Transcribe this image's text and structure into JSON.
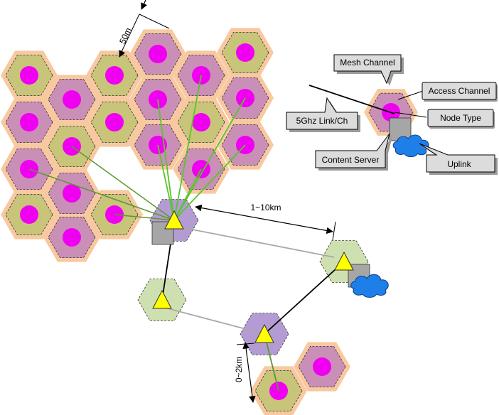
{
  "labels": {
    "cell_size": "50m",
    "long_link": "1~10km",
    "short_link": "0~2km"
  },
  "legend": {
    "mesh_channel": "Mesh Channel",
    "access_channel": "Access Channel",
    "node_type": "Node Type",
    "link": "5Ghz Link/Ch",
    "content_server": "Content Server",
    "uplink": "Uplink"
  },
  "colors": {
    "halo": "#f8c9a0",
    "olive_cell": "#c8c479",
    "mauve_cell": "#c98fb7",
    "node_dot": "#f000f0",
    "light_green_cell": "#cfe0b0",
    "lavender_cell": "#b59bd4",
    "triangle": "#ffff00",
    "server": "#a6a6a6",
    "cloud": "#1f7fe8",
    "green_link": "#57c62a",
    "olive_link": "#5a9a2a",
    "gray_link": "#a8a8a8",
    "black_link": "#000000"
  }
}
